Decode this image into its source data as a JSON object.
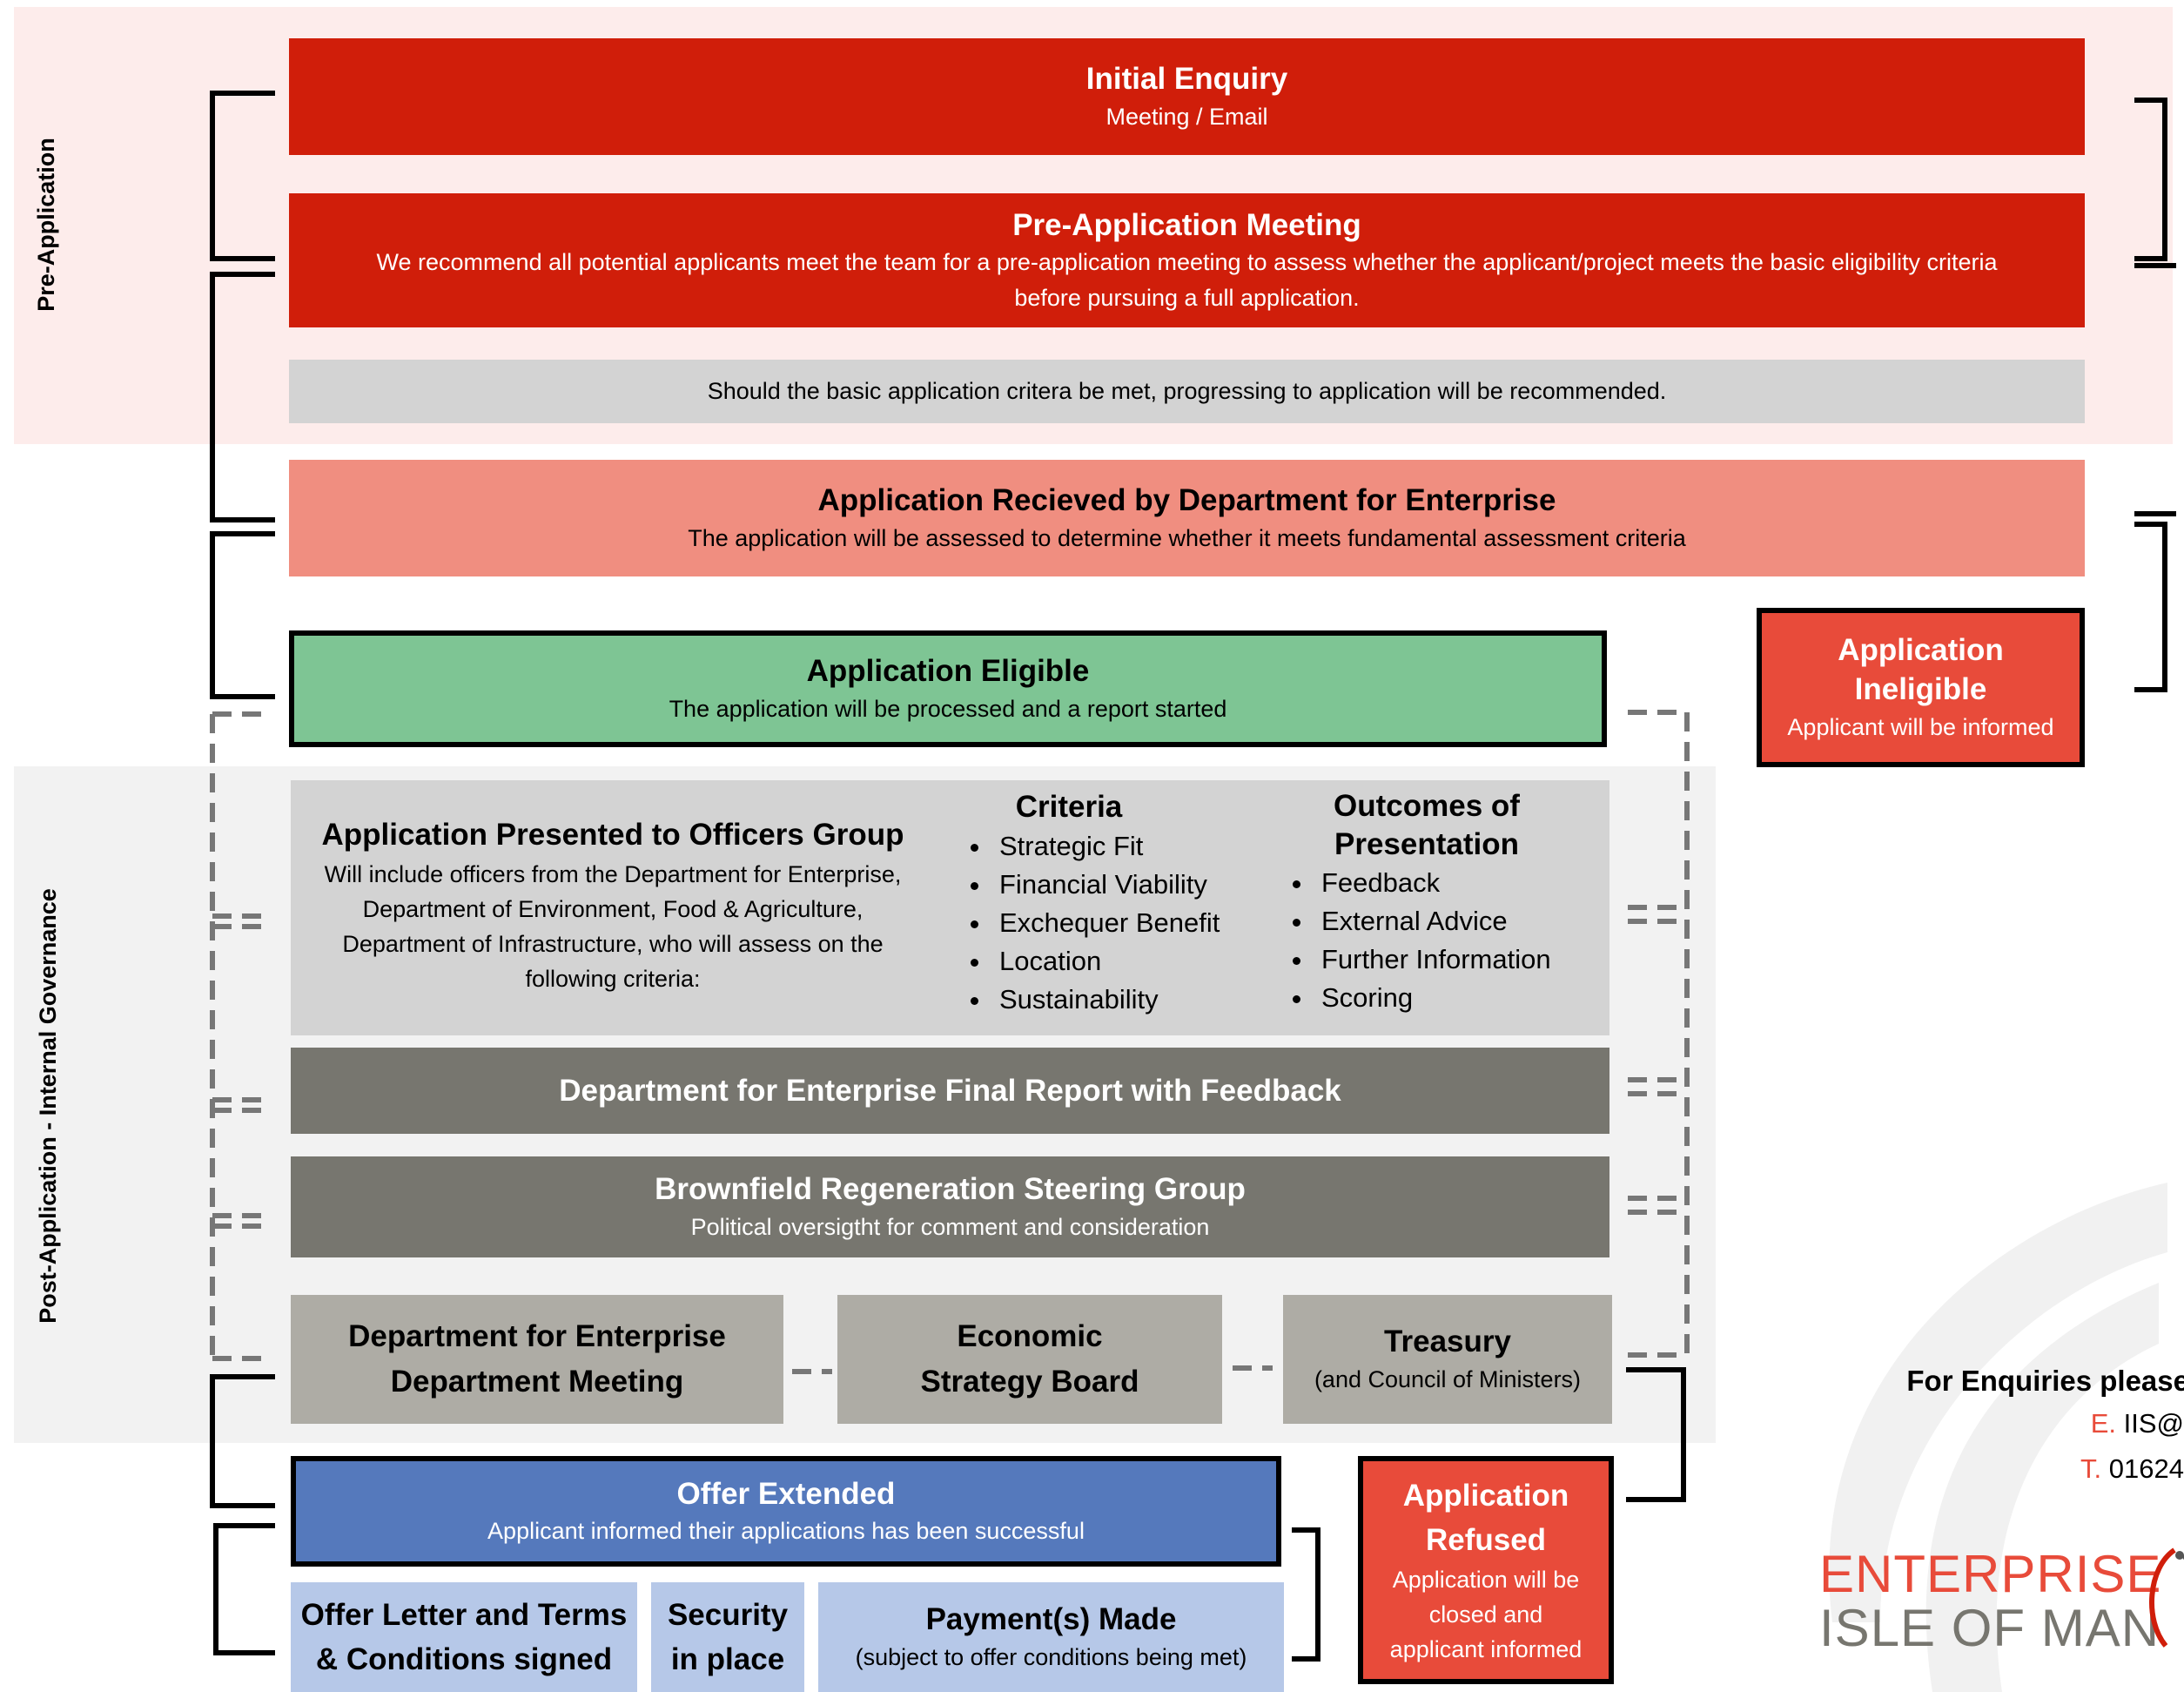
{
  "phases": {
    "pre_application": "Pre-Application",
    "post_application": "Post-Application - Internal Governance"
  },
  "initial_enquiry": {
    "title": "Initial Enquiry",
    "subtitle": "Meeting / Email"
  },
  "pre_application_meeting": {
    "title": "Pre-Application Meeting",
    "line1": "We recommend all potential applicants meet the team for a pre-application meeting to assess whether the applicant/project meets the basic eligibility criteria",
    "line2": "before pursuing a full application."
  },
  "criteria_note": "Should the basic application critera be met, progressing to application will be recommended.",
  "application_received": {
    "title": "Application Recieved by Department for Enterprise",
    "subtitle": "The application will be assessed to determine whether it meets fundamental assessment criteria"
  },
  "application_eligible": {
    "title": "Application Eligible",
    "subtitle": "The application will be processed and a report started"
  },
  "application_ineligible": {
    "title_1": "Application",
    "title_2": "Ineligible",
    "subtitle": "Applicant will be informed"
  },
  "officers_group": {
    "title": "Application Presented to Officers Group",
    "description": "Will include officers from the Department for Enterprise, Department of Environment, Food & Agriculture, Department of Infrastructure, who will assess on the following criteria:"
  },
  "criteria": {
    "title": "Criteria",
    "items": [
      "Strategic Fit",
      "Financial Viability",
      "Exchequer Benefit",
      "Location",
      "Sustainability"
    ]
  },
  "outcomes": {
    "title_1": "Outcomes of",
    "title_2": "Presentation",
    "items": [
      "Feedback",
      "External Advice",
      "Further Information",
      "Scoring"
    ]
  },
  "final_report": {
    "title": "Department for Enterprise Final Report with Feedback"
  },
  "steering_group": {
    "title": "Brownfield Regeneration Steering Group",
    "subtitle": "Political oversigtht for comment and consideration"
  },
  "department_meeting": {
    "title_1": "Department for Enterprise",
    "title_2": "Department Meeting"
  },
  "economic_strategy_board": {
    "title_1": "Economic",
    "title_2": "Strategy Board"
  },
  "treasury": {
    "title": "Treasury",
    "subtitle": "(and Council of Ministers)"
  },
  "offer_extended": {
    "title": "Offer Extended",
    "subtitle": "Applicant informed their applications has been successful"
  },
  "application_refused": {
    "title_1": "Application",
    "title_2": "Refused",
    "line1": "Application will be",
    "line2": "closed and",
    "line3": "applicant informed"
  },
  "offer_letter": {
    "title_1": "Offer Letter and Terms",
    "title_2": "& Conditions signed"
  },
  "security": {
    "title_1": "Security",
    "title_2": "in place"
  },
  "payments": {
    "title": "Payment(s) Made",
    "subtitle": "(subject to offer conditions being met)"
  },
  "enquiries": {
    "heading": "For Enquiries please",
    "email_prefix": "E.",
    "email_value": "IIS@",
    "phone_prefix": "T.",
    "phone_value": "01624"
  },
  "logo": {
    "line1": "ENTERPRISE",
    "line2": "ISLE OF MAN"
  },
  "colors": {
    "red": "#D01E0A",
    "salmon": "#F08E80",
    "light_red": "#E84B3A",
    "green": "#7EC594",
    "blue": "#5579BC",
    "light_blue": "#B6C8E8",
    "light_grey": "#D3D3D3",
    "dark_grey": "#77766F",
    "taupe": "#AEACA5",
    "pink_band": "#FDECEB",
    "grey_band": "#F2F2F2"
  }
}
